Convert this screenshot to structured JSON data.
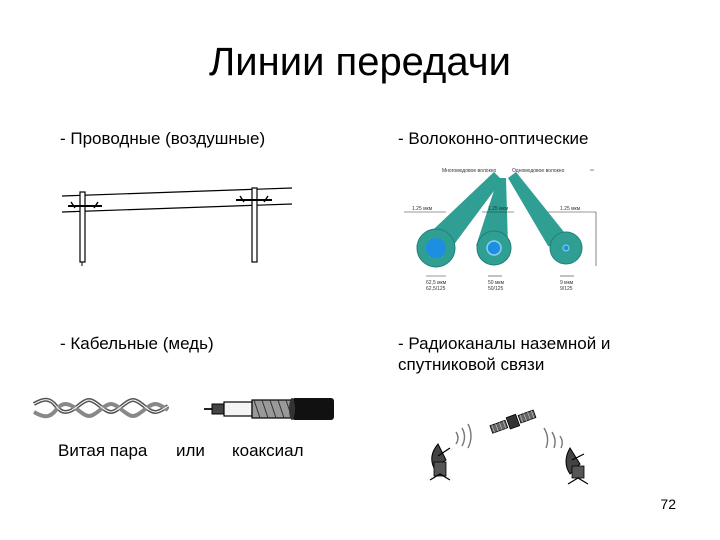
{
  "slide": {
    "title": "Линии передачи",
    "items": {
      "wired": "- Проводные (воздушные)",
      "fiber": "- Волоконно-оптические",
      "cable": "- Кабельные (медь)",
      "radio_line1": "- Радиоканалы наземной и",
      "radio_line2": "спутниковой связи"
    },
    "captions": {
      "twisted_pair": "Витая пара",
      "or": "или",
      "coaxial": "коаксиал"
    },
    "fiber_diagram": {
      "header_left": "Многомодовое волокно",
      "header_right": "Одномодовое волокно",
      "wavelengths": [
        "1.25 мкм",
        "1.25 мкм",
        "1.25 мкм"
      ],
      "core_labels": [
        [
          "62,5 мкм",
          "62,5/125"
        ],
        [
          "50 мкм",
          "50/125"
        ],
        [
          "9 мкм",
          "9/125"
        ]
      ],
      "colors": {
        "fiber_teal": "#2f9e93",
        "core_blue": "#1e8fe0",
        "core_ring": "#8fd0f0"
      }
    },
    "page_number": "72"
  }
}
